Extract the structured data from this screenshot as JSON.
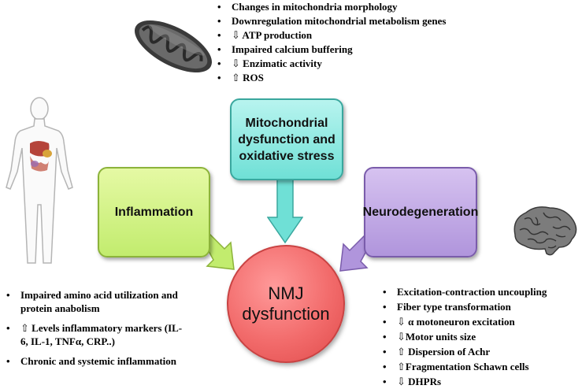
{
  "mitochondria_effects": [
    {
      "bullet": "•",
      "text": "Changes in mitochondria morphology"
    },
    {
      "bullet": "•",
      "text": "Downregulation mitochondrial metabolism genes"
    },
    {
      "bullet": "•",
      "text": "⇩ ATP production"
    },
    {
      "bullet": "•",
      "text": "Impaired calcium buffering"
    },
    {
      "bullet": "•",
      "text": "⇩ Enzimatic activity"
    },
    {
      "bullet": "•",
      "text": "⇧ ROS"
    }
  ],
  "boxes": {
    "mitochondrial": "Mitochondrial dysfunction and oxidative stress",
    "inflammation": "Inflammation",
    "neurodegeneration": "Neurodegeneration"
  },
  "center": {
    "line1": "NMJ",
    "line2": "dysfunction"
  },
  "inflammation_effects": [
    {
      "bullet": "•",
      "text": "Impaired amino acid utilization and protein anabolism"
    },
    {
      "bullet": "•",
      "text": "⇧ Levels inflammatory markers (IL-6, IL-1, TNFα, CRP..)"
    },
    {
      "bullet": "•",
      "text": "Chronic and systemic inflammation"
    }
  ],
  "neurodegeneration_effects": [
    {
      "bullet": "•",
      "text": "Excitation-contraction uncoupling"
    },
    {
      "bullet": "•",
      "text": "Fiber type transformation"
    },
    {
      "bullet": "•",
      "text": "⇩ α motoneuron excitation"
    },
    {
      "bullet": "•",
      "text": "⇩Motor units size"
    },
    {
      "bullet": "•",
      "text": "⇧ Dispersion of Achr"
    },
    {
      "bullet": "•",
      "text": "⇧Fragmentation Schawn cells"
    },
    {
      "bullet": "•",
      "text": "⇩ DHPRs"
    }
  ],
  "colors": {
    "mitochondrial_box": "#6fe0d6",
    "inflammation_box": "#c2ec6e",
    "neurodegeneration_box": "#b095dc",
    "nmj_circle": "#f26b6b"
  },
  "icons": [
    "mitochondrion-icon",
    "human-body-icon",
    "brain-icon"
  ]
}
